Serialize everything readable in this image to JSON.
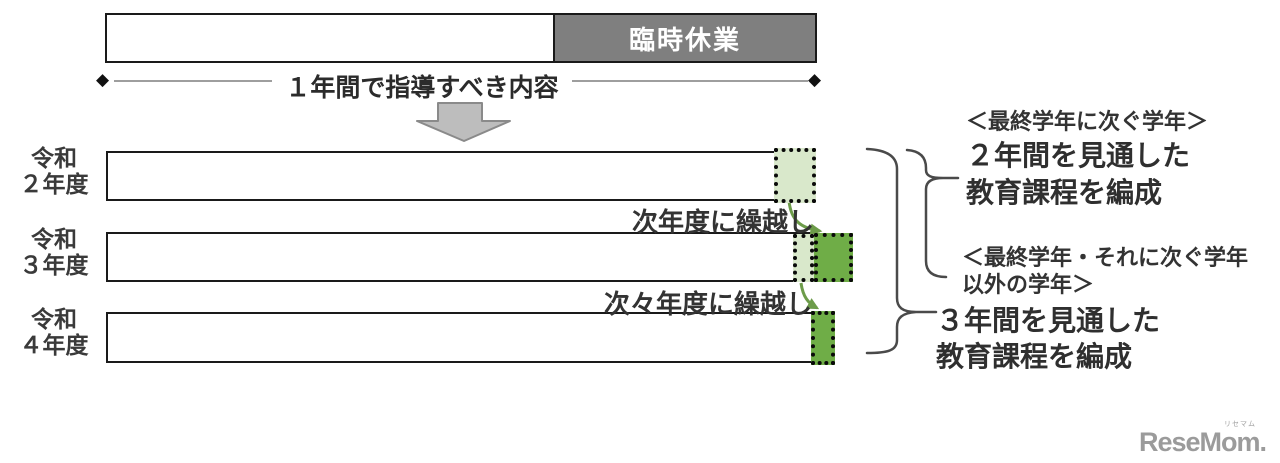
{
  "colors": {
    "closure_gray": "#7f7f7f",
    "light_green": "#d9e8cb",
    "dark_green": "#6fad47",
    "arrow_green": "#6d9c4a",
    "bar_border": "#1a1a1a",
    "line_gray": "#9e9e9e",
    "text_dark": "#333333",
    "logo_gray": "#9b9b9b"
  },
  "top": {
    "closure_label": "臨時休業",
    "span_label": "１年間で指導すべき内容"
  },
  "rows": [
    {
      "era": "令和",
      "year": "２年度"
    },
    {
      "era": "令和",
      "year": "３年度"
    },
    {
      "era": "令和",
      "year": "４年度"
    }
  ],
  "carryover": {
    "next_year": "次年度に繰越し",
    "two_years": "次々年度に繰越し"
  },
  "annotations": {
    "block1": {
      "heading": "＜最終学年に次ぐ学年＞",
      "line1": "２年間を見通した",
      "line2": "教育課程を編成"
    },
    "block2": {
      "heading1": "＜最終学年・それに次ぐ学年",
      "heading2": "以外の学年＞",
      "line1": "３年間を見通した",
      "line2": "教育課程を編成"
    }
  },
  "logo": {
    "text": "ReseMom.",
    "ruby": "リセマム"
  }
}
